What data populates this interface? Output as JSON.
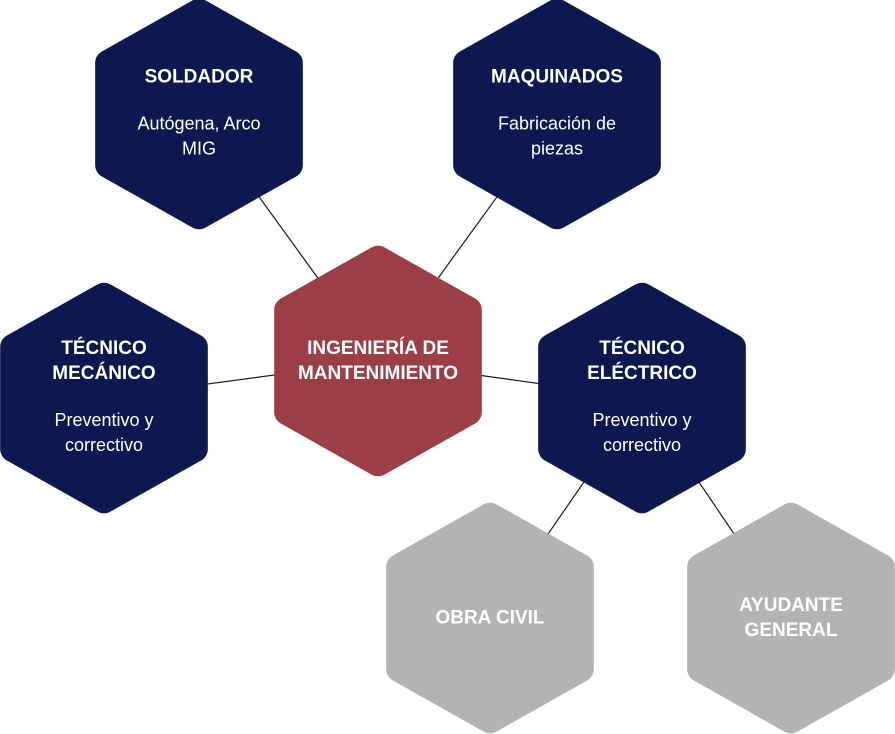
{
  "colors": {
    "navy": "#0d1850",
    "maroon": "#9c3e46",
    "gray": "#b3b3b3",
    "text": "#ffffff",
    "connector": "#1a1a1a"
  },
  "nodes": {
    "center": {
      "title_lines": [
        "INGENIERÍA DE",
        "MANTENIMIENTO"
      ],
      "subtitle_lines": [],
      "color": "maroon"
    },
    "soldador": {
      "title_lines": [
        "SOLDADOR"
      ],
      "subtitle_lines": [
        "Autógena, Arco",
        "MIG"
      ],
      "color": "navy"
    },
    "maquinados": {
      "title_lines": [
        "MAQUINADOS"
      ],
      "subtitle_lines": [
        "Fabricación de",
        "piezas"
      ],
      "color": "navy"
    },
    "tecnico_mecanico": {
      "title_lines": [
        "TÉCNICO",
        "MECÁNICO"
      ],
      "subtitle_lines": [
        "Preventivo y",
        "correctivo"
      ],
      "color": "navy"
    },
    "tecnico_electrico": {
      "title_lines": [
        "TÉCNICO",
        "ELÉCTRICO"
      ],
      "subtitle_lines": [
        "Preventivo y",
        "correctivo"
      ],
      "color": "navy"
    },
    "obra_civil": {
      "title_lines": [
        "OBRA CIVIL"
      ],
      "subtitle_lines": [],
      "color": "gray"
    },
    "ayudante_general": {
      "title_lines": [
        "AYUDANTE",
        "GENERAL"
      ],
      "subtitle_lines": [],
      "color": "gray"
    }
  },
  "edges": [
    {
      "from": "center",
      "to": "soldador"
    },
    {
      "from": "center",
      "to": "maquinados"
    },
    {
      "from": "center",
      "to": "tecnico_mecanico"
    },
    {
      "from": "center",
      "to": "tecnico_electrico"
    },
    {
      "from": "tecnico_electrico",
      "to": "obra_civil"
    },
    {
      "from": "tecnico_electrico",
      "to": "ayudante_general"
    }
  ]
}
